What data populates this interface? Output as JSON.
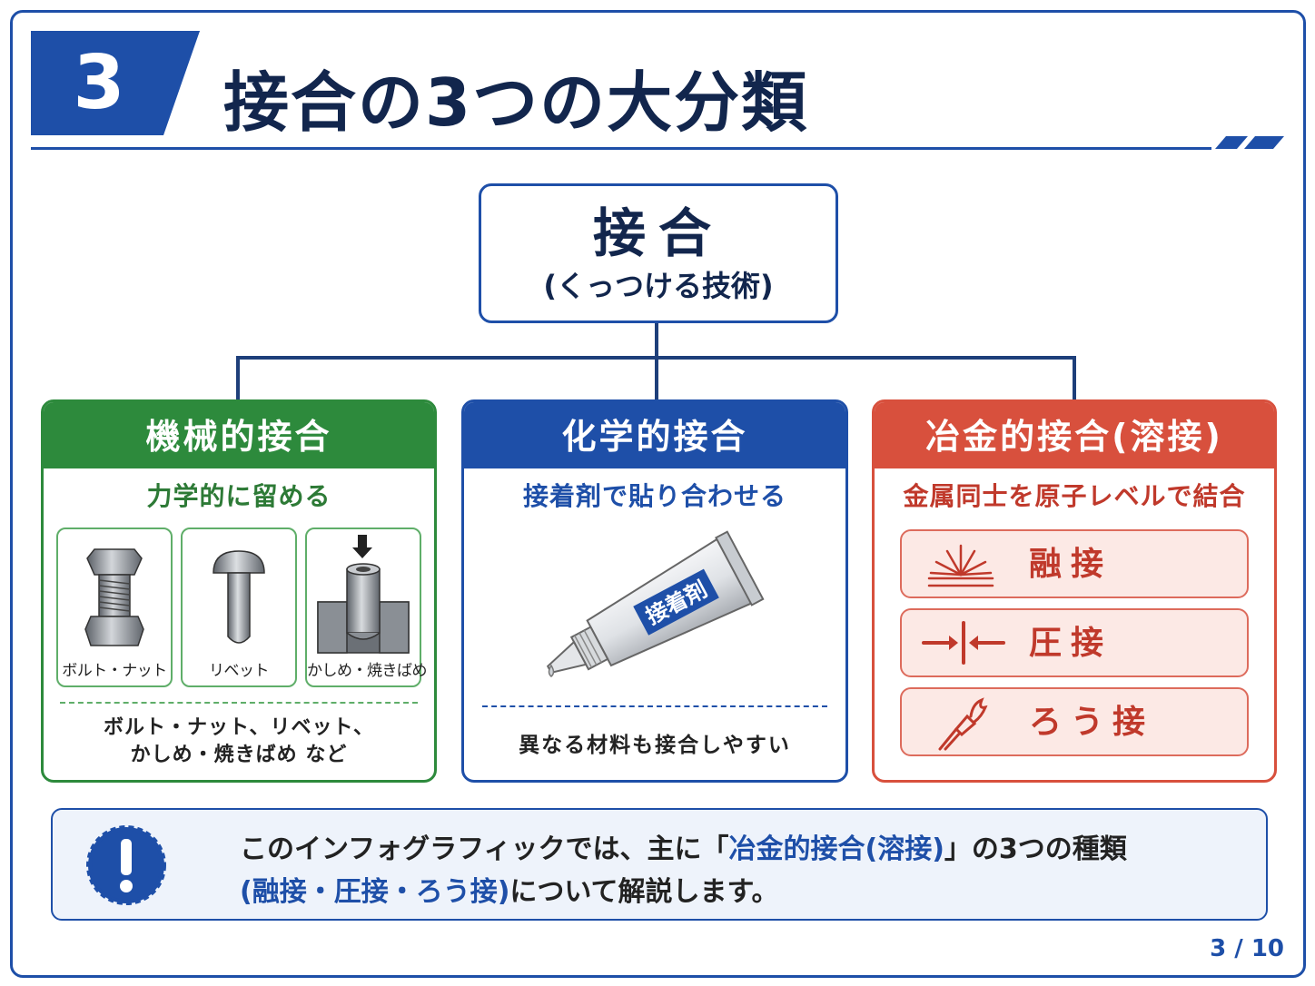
{
  "colors": {
    "brand_blue": "#1e4fa8",
    "mechanical_green": "#2d8a3c",
    "metallurgical_red": "#d8503d",
    "title_navy": "#12264d"
  },
  "header": {
    "number": "3",
    "title": "接合の3つの大分類"
  },
  "root": {
    "title": "接合",
    "subtitle": "(くっつける技術)"
  },
  "categories": [
    {
      "title": "機械的接合",
      "subtitle": "力学的に留める",
      "items": [
        {
          "label": "ボルト・ナット",
          "icon": "bolt-nut-icon"
        },
        {
          "label": "リベット",
          "icon": "rivet-icon"
        },
        {
          "label": "かしめ・焼きばめ",
          "icon": "caulking-shrink-fit-icon"
        }
      ],
      "note_line1": "ボルト・ナット、リベット、",
      "note_line2": "かしめ・焼きばめ など"
    },
    {
      "title": "化学的接合",
      "subtitle": "接着剤で貼り合わせる",
      "tube_label": "接着剤",
      "tube_icon": "adhesive-tube-icon",
      "note": "異なる材料も接合しやすい"
    },
    {
      "title": "冶金的接合(溶接)",
      "subtitle": "金属同士を原子レベルで結合",
      "methods": [
        {
          "label": "融接",
          "icon": "fusion-spark-icon"
        },
        {
          "label": "圧接",
          "icon": "pressure-arrows-icon"
        },
        {
          "label": "ろう接",
          "icon": "torch-icon"
        }
      ]
    }
  ],
  "info": {
    "icon": "exclamation-icon",
    "line1_a": "このインフォグラフィックでは、主に「",
    "line1_hl": "冶金的接合(溶接)",
    "line1_b": "」の3つの種類",
    "line2_hl": "(融接・圧接・ろう接)",
    "line2_b": "について解説します。"
  },
  "page": {
    "current": "3 / 10"
  }
}
